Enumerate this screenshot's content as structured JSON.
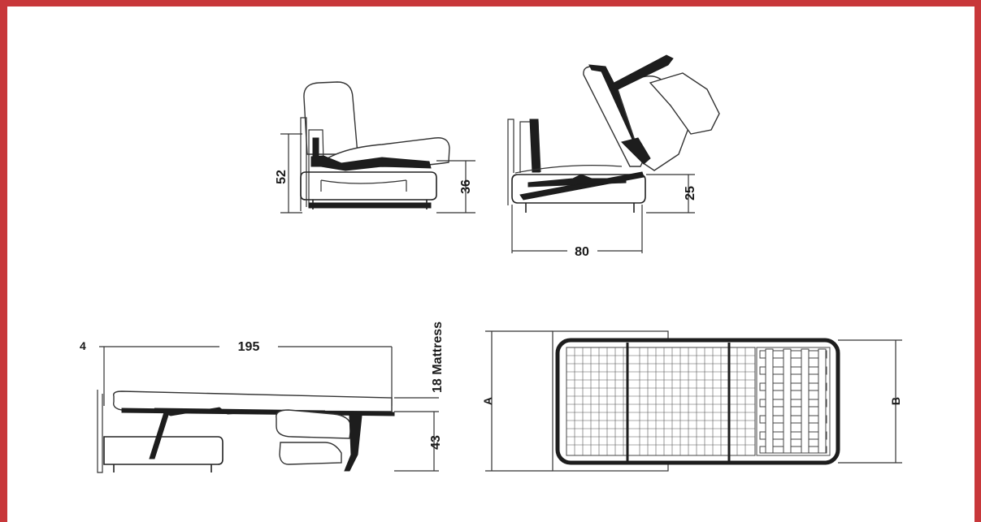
{
  "colors": {
    "frame": "#c8373a",
    "line": "#333333"
  },
  "dimensions": {
    "side_height": "52",
    "seat_height": "36",
    "open_seat_height": "25",
    "open_depth": "80",
    "bed_length": "195",
    "frame_top_offset": "4",
    "mattress": "18 Mattress",
    "bed_frame_height": "43",
    "plan_width_a": "A",
    "plan_width_b": "B"
  }
}
